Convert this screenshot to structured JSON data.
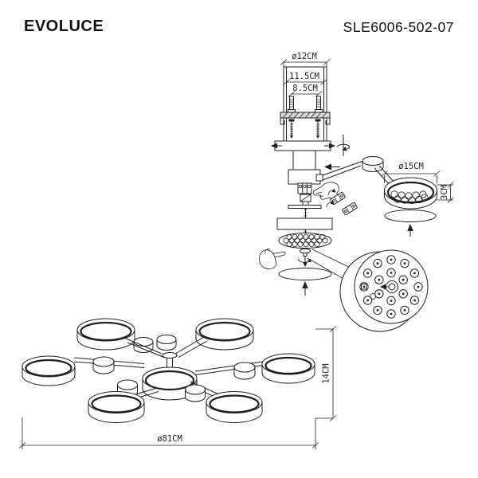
{
  "header": {
    "brand": "EVOLUCE",
    "model": "SLE6006-502-07"
  },
  "colors": {
    "line": "#1f1f1f",
    "background": "#ffffff",
    "plate_fill": "#d9d9d9"
  },
  "install_diagram": {
    "dims": {
      "mount_plate_diameter": "ø12CM",
      "mount_bar_width": "11.5CM",
      "screw_spacing": "8.5CM",
      "shade_diameter": "ø15CM",
      "shade_height": "3CM"
    }
  },
  "fixture_drawing": {
    "dims": {
      "overall_diameter": "ø81CM",
      "overall_height": "14CM"
    }
  }
}
